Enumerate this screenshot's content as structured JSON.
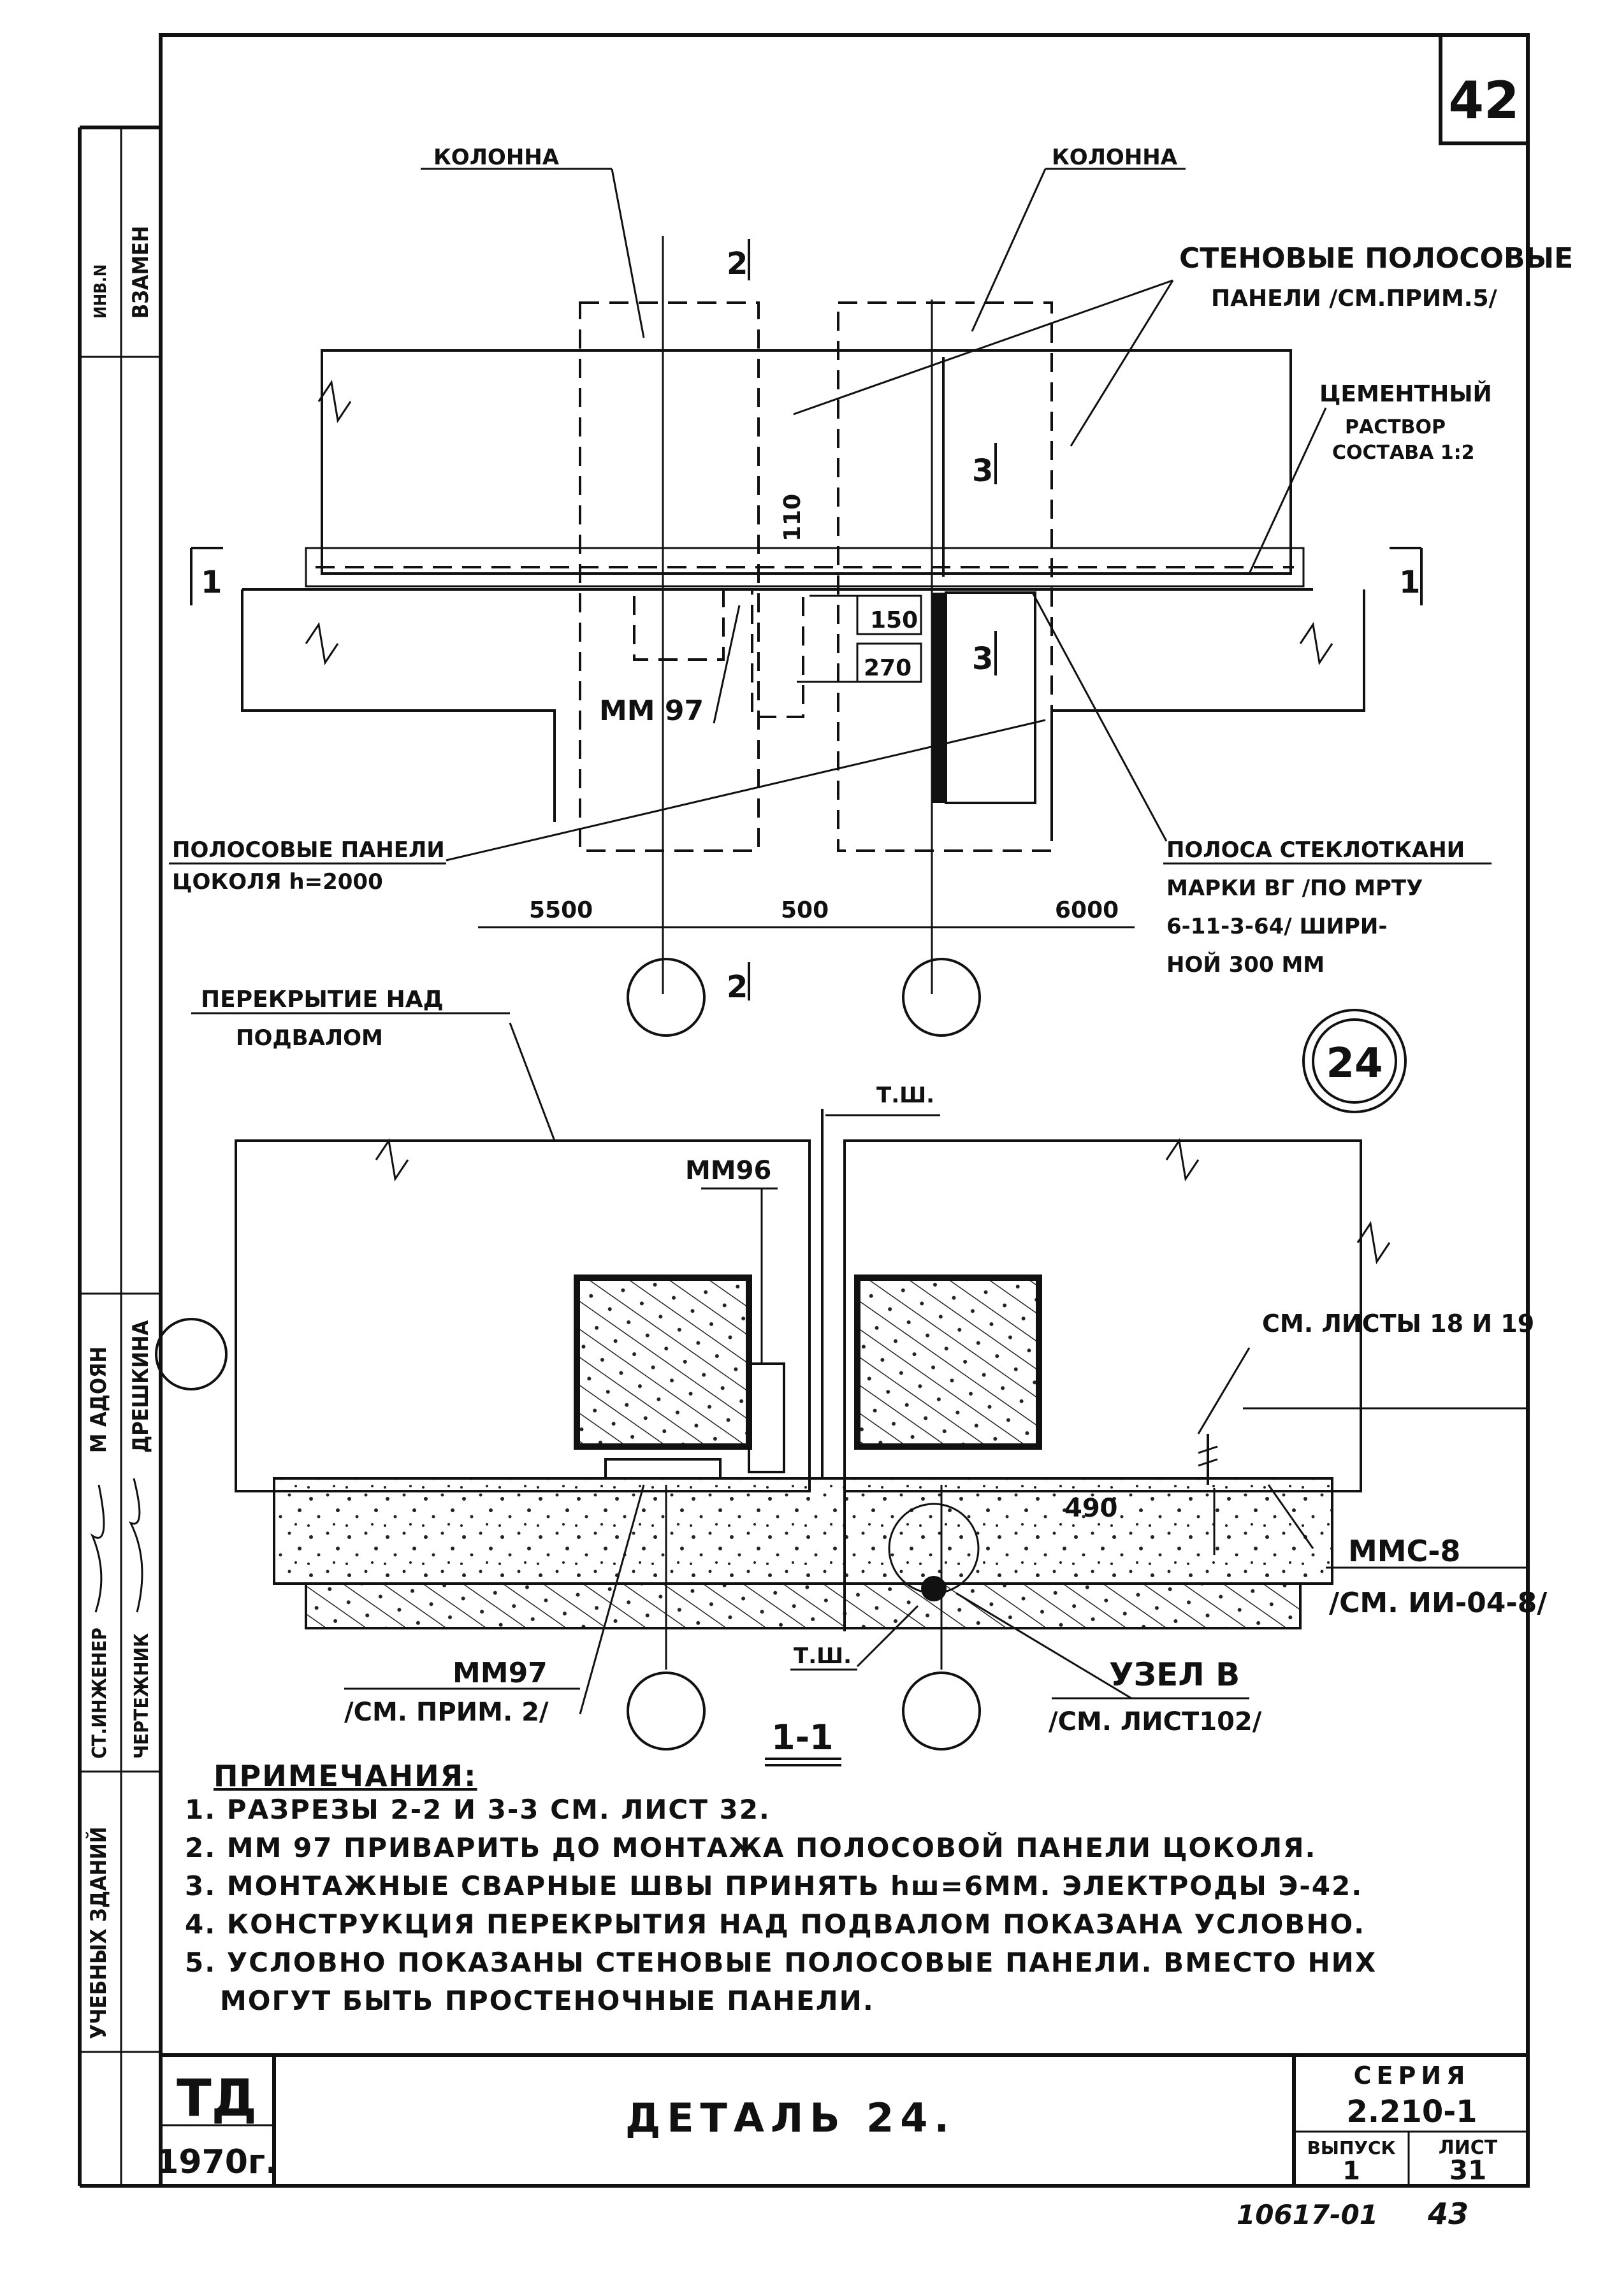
{
  "sheet_corner_number": "42",
  "side_labels": {
    "inv": "ИНВ.N",
    "vzamen": "ВЗАМЕН",
    "role1": "СТ.ИНЖЕНЕР",
    "role2": "ЧЕРТЕЖНИК",
    "name1": "М АДОЯН",
    "name2": "ДРЕШКИНА",
    "building_type": "УЧЕБНЫХ ЗДАНИЙ"
  },
  "plan": {
    "column_left": "КОЛОННА",
    "column_right": "КОЛОННА",
    "wall_panels_1": "СТЕНОВЫЕ ПОЛОСОВЫЕ",
    "wall_panels_2": "ПАНЕЛИ /СМ.ПРИМ.5/",
    "mortar_1": "ЦЕМЕНТНЫЙ",
    "mortar_2": "РАСТВОР",
    "mortar_3": "СОСТАВА 1:2",
    "dim_110": "110",
    "dim_150": "150",
    "dim_270": "270",
    "mm97": "ММ 97",
    "section_2": "2",
    "section_3": "3",
    "section_1": "1",
    "plinth_1": "ПОЛОСОВЫЕ ПАНЕЛИ",
    "plinth_2": "ЦОКОЛЯ h=2000",
    "glass_1": "ПОЛОСА СТЕКЛОТКАНИ",
    "glass_2": "МАРКИ ВГ /ПО МРТУ",
    "glass_3": "6-11-3-64/ ШИРИ-",
    "glass_4": "НОЙ 300 ММ",
    "dim_5500": "5500",
    "dim_500": "500",
    "dim_6000": "6000"
  },
  "section": {
    "slab_1": "ПЕРЕКРЫТИЕ НАД",
    "slab_2": "ПОДВАЛОМ",
    "detail_no": "24",
    "tsh_top": "Т.Ш.",
    "mm96": "ММ96",
    "see_sheets": "СМ. ЛИСТЫ 18 И 19",
    "dim_490": "490",
    "mmc8_1": "ММС-8",
    "mmc8_2": "/СМ. ИИ-04-8/",
    "mm97_1": "ММ97",
    "mm97_2": "/СМ. ПРИМ. 2/",
    "tsh_bottom": "Т.Ш.",
    "node_1": "УЗЕЛ В",
    "node_2": "/СМ. ЛИСТ102/",
    "section_mark": "1-1"
  },
  "notes": {
    "title": "ПРИМЕЧАНИЯ:",
    "items": [
      "1. РАЗРЕЗЫ 2-2 И 3-3 СМ. ЛИСТ 32.",
      "2. ММ 97 ПРИВАРИТЬ ДО МОНТАЖА ПОЛОСОВОЙ ПАНЕЛИ ЦОКОЛЯ.",
      "3. МОНТАЖНЫЕ СВАРНЫЕ ШВЫ ПРИНЯТЬ hш=6ММ. ЭЛЕКТРОДЫ Э-42.",
      "4. КОНСТРУКЦИЯ ПЕРЕКРЫТИЯ НАД ПОДВАЛОМ ПОКАЗАНА УСЛОВНО.",
      "5. УСЛОВНО ПОКАЗАНЫ СТЕНОВЫЕ ПОЛОСОВЫЕ ПАНЕЛИ. ВМЕСТО НИХ",
      "МОГУТ БЫТЬ ПРОСТЕНОЧНЫЕ ПАНЕЛИ."
    ]
  },
  "title_block": {
    "org": "ТД",
    "year": "1970г.",
    "title": "ДЕТАЛЬ 24.",
    "series_label": "СЕРИЯ",
    "series_value": "2.210-1",
    "issue_label": "ВЫПУСК",
    "issue_value": "1",
    "sheet_label": "ЛИСТ",
    "sheet_value": "31",
    "archive_no": "10617-01",
    "page_no": "43"
  }
}
